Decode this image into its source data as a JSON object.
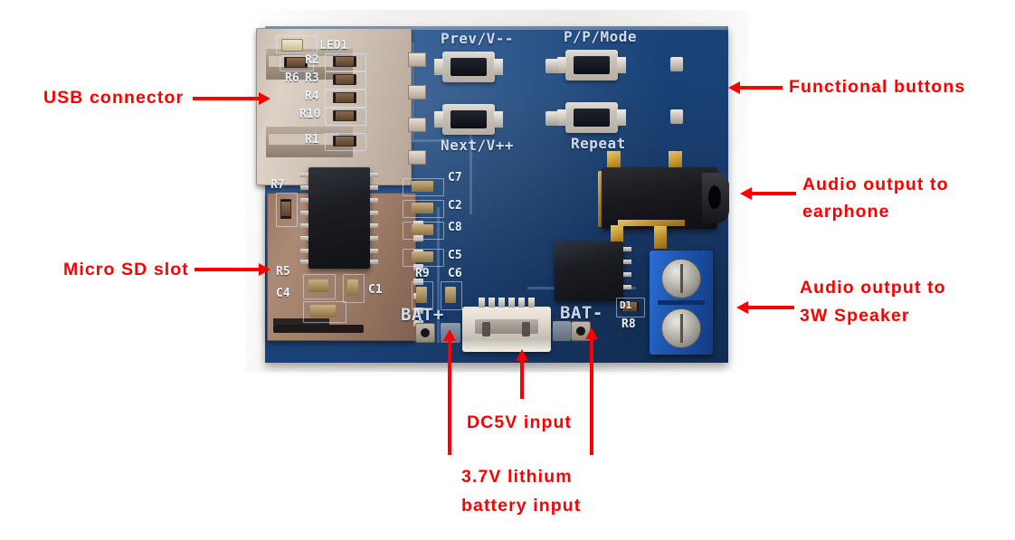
{
  "title": "MP3 decoder board annotated photo",
  "annotations": [
    {
      "id": "usb-connector",
      "label": "USB connector",
      "color": "#fc0000"
    },
    {
      "id": "micro-sd-slot",
      "label": "Micro SD slot",
      "color": "#fc0000"
    },
    {
      "id": "functional-buttons",
      "label": "Functional buttons",
      "color": "#fc0000"
    },
    {
      "id": "audio-earphone",
      "label": "Audio output to\nearphone",
      "line1": "Audio output to",
      "line2": "earphone",
      "color": "#fc0000"
    },
    {
      "id": "audio-speaker",
      "label": "Audio output to\n3W Speaker",
      "line1": "Audio  output  to",
      "line2": "3W Speaker",
      "color": "#fc0000"
    },
    {
      "id": "dc5v-input",
      "label": "DC5V input",
      "color": "#fc0000"
    },
    {
      "id": "battery-input",
      "label": "3.7V lithium\nbattery input",
      "line1": "3.7V   lithium",
      "line2": "battery input",
      "color": "#fc0000"
    }
  ],
  "board": {
    "pcb_color": "#1b4276",
    "silkscreen": {
      "button_labels": {
        "top_left": "Prev/V--",
        "top_right": "P/P/Mode",
        "bottom_left": "Next/V++",
        "bottom_right": "Repeat"
      },
      "power_labels": {
        "battery_positive": "BAT+",
        "battery_negative": "BAT-"
      },
      "designators": [
        "LED1",
        "R2",
        "R6",
        "R3",
        "R4",
        "R10",
        "R1",
        "R7",
        "C7",
        "C2",
        "C8",
        "C5",
        "R9",
        "C6",
        "R5",
        "C4",
        "C1",
        "D1",
        "R8"
      ]
    },
    "components": {
      "usb_a_connector": "USB-A female",
      "micro_sd_socket": "Micro SD card socket",
      "audio_jack": "3.5mm stereo jack",
      "screw_terminal": "2-pin blue screw terminal",
      "micro_usb": "Micro USB power input",
      "tact_switches": 4,
      "main_ic": "SOP-16 decoder IC"
    }
  }
}
